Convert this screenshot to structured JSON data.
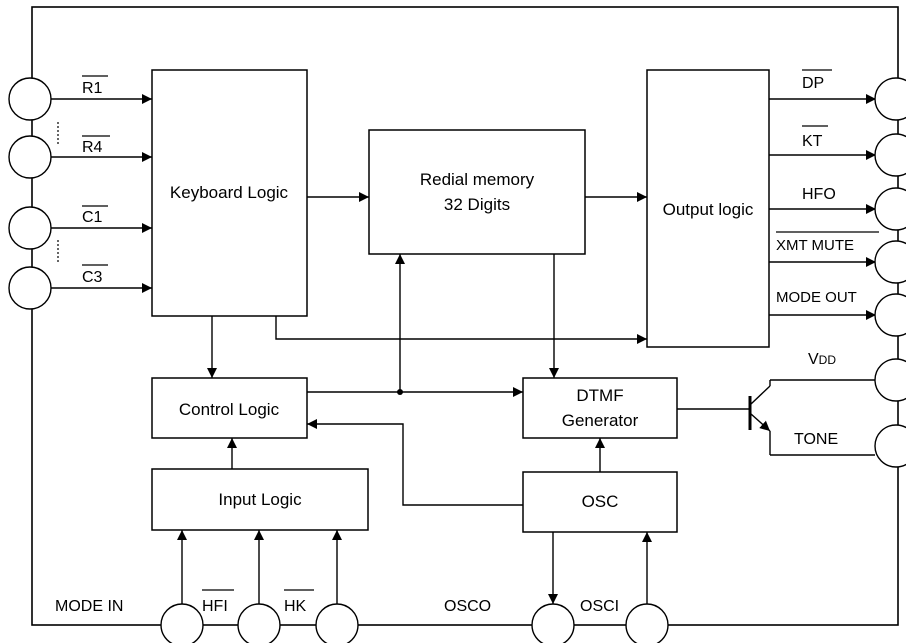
{
  "blocks": {
    "keyboard_logic": "Keyboard Logic",
    "redial_memory_line1": "Redial memory",
    "redial_memory_line2": "32 Digits",
    "output_logic": "Output logic",
    "control_logic": "Control Logic",
    "dtmf_line1": "DTMF",
    "dtmf_line2": "Generator",
    "input_logic": "Input Logic",
    "osc": "OSC"
  },
  "pins": {
    "r1": "R1",
    "r4": "R4",
    "c1": "C1",
    "c3": "C3",
    "dp": "DP",
    "kt": "KT",
    "hfo": "HFO",
    "xmt_mute": "XMT MUTE",
    "mode_out": "MODE OUT",
    "vdd_main": "V",
    "vdd_sub": "DD",
    "tone": "TONE",
    "mode_in": "MODE IN",
    "hfi": "HFI",
    "hk": "HK",
    "osco": "OSCO",
    "osci": "OSCI"
  },
  "colors": {
    "line": "#000000",
    "background": "#ffffff"
  }
}
